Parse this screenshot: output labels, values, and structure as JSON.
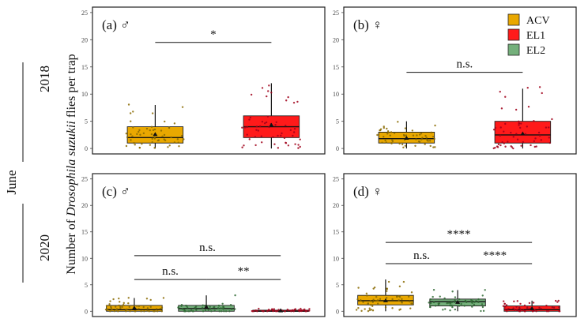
{
  "figure": {
    "ylabel_prefix": "Number of ",
    "ylabel_italic": "Drosophila suzukii",
    "ylabel_suffix": " flies per trap",
    "month_label": "June",
    "row_labels": [
      "2018",
      "2020"
    ]
  },
  "legend": [
    {
      "label": "ACV",
      "color": "#E9A800"
    },
    {
      "label": "EL1",
      "color": "#FF1A1A"
    },
    {
      "label": "EL2",
      "color": "#74B07B"
    }
  ],
  "chart_data": [
    {
      "type": "box",
      "panel": "(a) ♂",
      "categories": [
        "ACV",
        "EL1"
      ],
      "ylim": [
        -1,
        26
      ],
      "yticks": [
        0,
        5,
        10,
        15,
        20,
        25
      ],
      "boxes": [
        {
          "group": "ACV",
          "min": 0,
          "q1": 1,
          "median": 2,
          "q3": 4,
          "max": 8,
          "mean": 2.6,
          "color": "#E9A800"
        },
        {
          "group": "EL1",
          "min": 0,
          "q1": 2,
          "median": 4,
          "q3": 6,
          "max": 12,
          "mean": 4.3,
          "color": "#FF1A1A"
        }
      ],
      "comparisons": [
        {
          "from": "ACV",
          "to": "EL1",
          "y": 19.5,
          "label": "*"
        }
      ]
    },
    {
      "type": "box",
      "panel": "(b) ♀",
      "categories": [
        "ACV",
        "EL1"
      ],
      "ylim": [
        -1,
        26
      ],
      "yticks": [
        0,
        5,
        10,
        15,
        20,
        25
      ],
      "boxes": [
        {
          "group": "ACV",
          "min": 0,
          "q1": 1,
          "median": 1.8,
          "q3": 3,
          "max": 5,
          "mean": 1.9,
          "color": "#E9A800"
        },
        {
          "group": "EL1",
          "min": 0,
          "q1": 1,
          "median": 2.5,
          "q3": 5,
          "max": 11,
          "mean": 2.7,
          "color": "#FF1A1A"
        }
      ],
      "comparisons": [
        {
          "from": "ACV",
          "to": "EL1",
          "y": 14,
          "label": "n.s."
        }
      ]
    },
    {
      "type": "box",
      "panel": "(c) ♂",
      "categories": [
        "ACV",
        "EL2",
        "EL1"
      ],
      "ylim": [
        -1,
        26
      ],
      "yticks": [
        0,
        5,
        10,
        15,
        20,
        25
      ],
      "boxes": [
        {
          "group": "ACV",
          "min": 0,
          "q1": 0,
          "median": 0.3,
          "q3": 1.1,
          "max": 2.5,
          "mean": 0.6,
          "color": "#E9A800"
        },
        {
          "group": "EL2",
          "min": 0,
          "q1": 0,
          "median": 0.5,
          "q3": 1.1,
          "max": 3,
          "mean": 0.8,
          "color": "#74B07B"
        },
        {
          "group": "EL1",
          "min": 0,
          "q1": 0,
          "median": 0,
          "q3": 0.2,
          "max": 0.5,
          "mean": 0.1,
          "color": "#FF1A1A"
        }
      ],
      "comparisons": [
        {
          "from": "ACV",
          "to": "EL2",
          "y": 6,
          "label": "n.s."
        },
        {
          "from": "EL2",
          "to": "EL1",
          "y": 6,
          "label": "**"
        },
        {
          "from": "ACV",
          "to": "EL1",
          "y": 10.5,
          "label": "n.s."
        }
      ]
    },
    {
      "type": "box",
      "panel": "(d) ♀",
      "categories": [
        "ACV",
        "EL2",
        "EL1"
      ],
      "ylim": [
        -1,
        26
      ],
      "yticks": [
        0,
        5,
        10,
        15,
        20,
        25
      ],
      "boxes": [
        {
          "group": "ACV",
          "min": 0,
          "q1": 1.2,
          "median": 2,
          "q3": 3,
          "max": 6,
          "mean": 2.0,
          "color": "#E9A800"
        },
        {
          "group": "EL2",
          "min": 0,
          "q1": 1,
          "median": 1.8,
          "q3": 2.3,
          "max": 4,
          "mean": 1.7,
          "color": "#74B07B"
        },
        {
          "group": "EL1",
          "min": 0,
          "q1": 0,
          "median": 0.3,
          "q3": 1,
          "max": 2,
          "mean": 0.5,
          "color": "#FF1A1A"
        }
      ],
      "comparisons": [
        {
          "from": "ACV",
          "to": "EL2",
          "y": 9,
          "label": "n.s."
        },
        {
          "from": "EL2",
          "to": "EL1",
          "y": 9,
          "label": "****"
        },
        {
          "from": "ACV",
          "to": "EL1",
          "y": 13,
          "label": "****"
        }
      ]
    }
  ]
}
